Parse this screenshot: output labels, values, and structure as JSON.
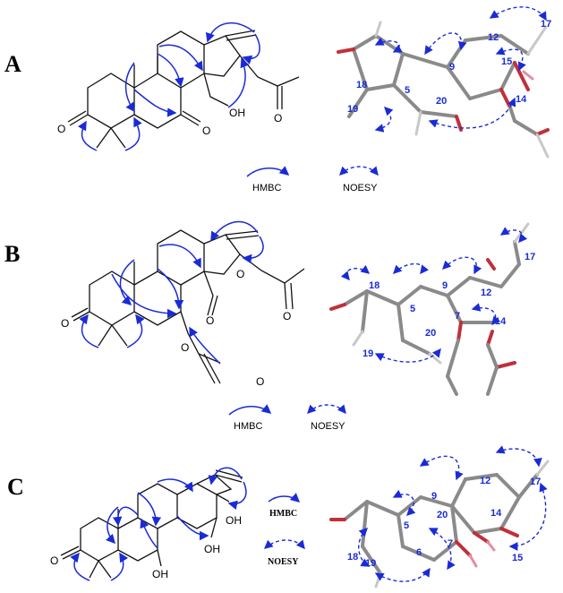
{
  "panels": [
    {
      "letter": "A",
      "atoms": {
        "o1": "O",
        "o2": "O",
        "oh": "OH",
        "o3": "O"
      },
      "numbers": [
        "12",
        "17",
        "9",
        "15",
        "18",
        "5",
        "14",
        "19",
        "20"
      ],
      "legend": {
        "hmbc": "HMBC",
        "noesy": "NOESY"
      }
    },
    {
      "letter": "B",
      "atoms": {
        "o1": "O",
        "o2": "O",
        "o3": "O",
        "o4": "O",
        "o5": "O",
        "o6": "O"
      },
      "numbers": [
        "17",
        "18",
        "9",
        "12",
        "5",
        "7",
        "14",
        "20",
        "19"
      ],
      "legend": {
        "hmbc": "HMBC",
        "noesy": "NOESY"
      }
    },
    {
      "letter": "C",
      "atoms": {
        "o1": "O",
        "oh1": "OH",
        "oh2": "OH",
        "oh3": "OH"
      },
      "numbers": [
        "12",
        "17",
        "9",
        "14",
        "20",
        "5",
        "18",
        "19",
        "6",
        "7",
        "15"
      ],
      "legend": {
        "hmbc": "HMBC",
        "noesy": "NOESY"
      }
    }
  ],
  "colors": {
    "correlation": "#1a2bd6",
    "bond": "#111111",
    "carbon": "#8a8a8a",
    "oxygen": "#c0303a",
    "hydrogen": "#c8c8c8"
  }
}
